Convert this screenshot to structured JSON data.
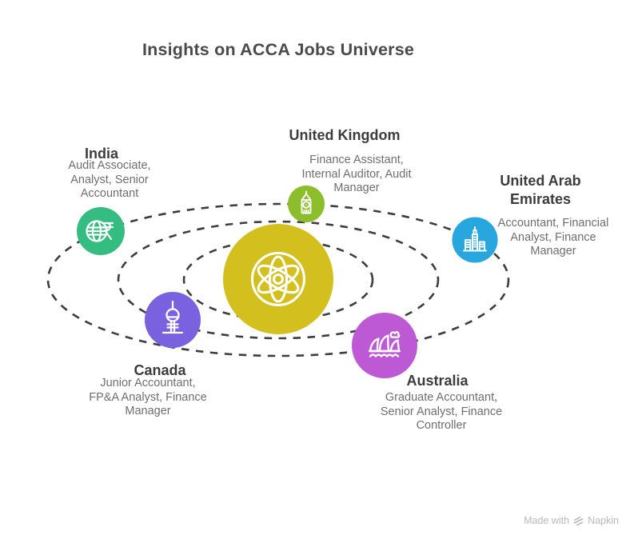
{
  "title": "Insights on ACCA Jobs Universe",
  "center": {
    "icon": "atom-icon",
    "color": "#d3c01f",
    "icon_color": "#ffffff"
  },
  "orbits": {
    "color": "#3e3e3e",
    "style": "dashed",
    "count": 3
  },
  "nodes": {
    "india": {
      "name": "India",
      "jobs": "Audit Associate, Analyst, Senior Accountant",
      "color": "#35bd81",
      "icon": "globe-rupee-icon"
    },
    "uk": {
      "name": "United Kingdom",
      "jobs": "Finance Assistant, Internal Auditor, Audit Manager",
      "color": "#8cbd2a",
      "icon": "big-ben-icon"
    },
    "uae": {
      "name": "United Arab Emirates",
      "jobs": "Accountant, Financial Analyst, Finance Manager",
      "color": "#27a7dd",
      "icon": "city-skyline-icon"
    },
    "canada": {
      "name": "Canada",
      "jobs": "Junior Accountant, FP&A Analyst, Finance Manager",
      "color": "#7a61e0",
      "icon": "cn-tower-icon"
    },
    "australia": {
      "name": "Australia",
      "jobs": "Graduate Accountant, Senior Analyst, Finance Controller",
      "color": "#bd59d4",
      "icon": "opera-house-icon"
    }
  },
  "watermark": {
    "prefix": "Made with",
    "brand": "Napkin",
    "icon": "napkin-logo-icon"
  }
}
